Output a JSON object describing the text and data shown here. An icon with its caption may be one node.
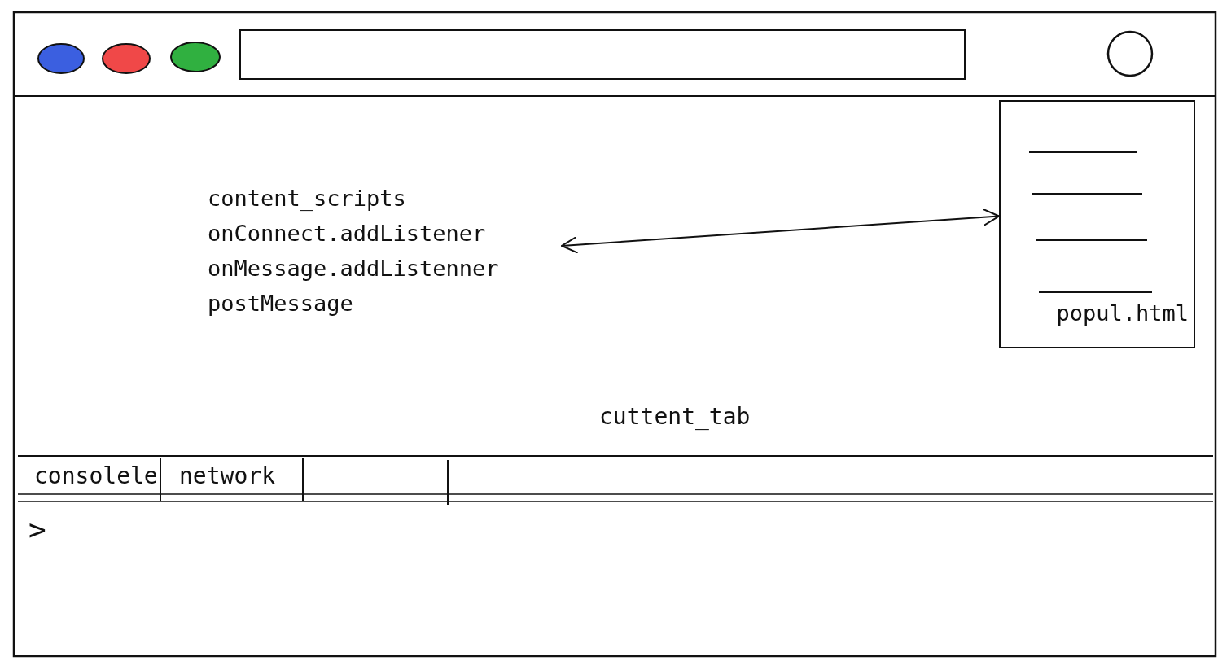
{
  "diagram": {
    "nodes": [
      {
        "text": [
          "content_scripts",
          "onConnect.addListener",
          "onMessage.addListenner",
          "postMessage"
        ]
      },
      {
        "text": [
          "popul.html"
        ]
      }
    ],
    "edges": [
      {
        "from": 0,
        "to": 1,
        "arrow": "both"
      }
    ],
    "labels": [
      "cuttent_tab",
      "consolele",
      "network",
      ">"
    ]
  }
}
